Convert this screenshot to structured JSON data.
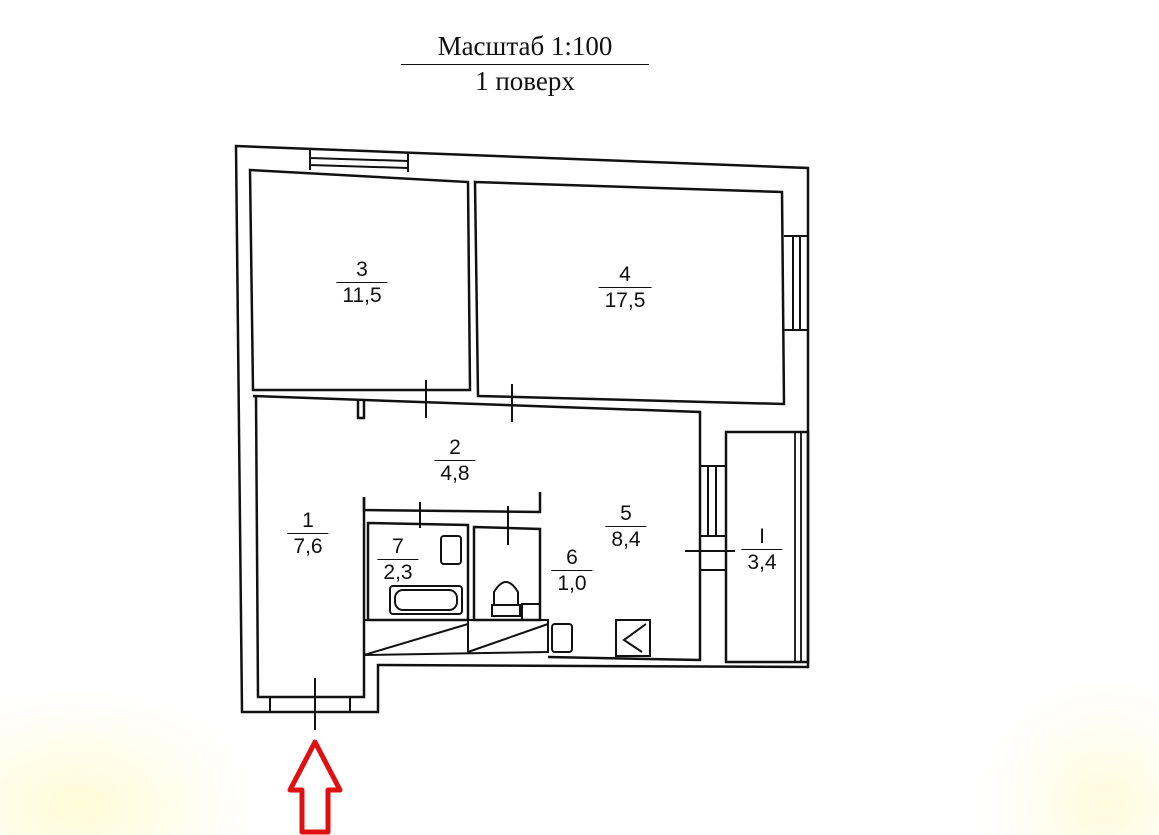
{
  "header": {
    "scale_label": "Масштаб 1:100",
    "floor_label": "1 поверх"
  },
  "rooms": [
    {
      "id": "room-1",
      "number": "1",
      "area": "7,6"
    },
    {
      "id": "room-2",
      "number": "2",
      "area": "4,8"
    },
    {
      "id": "room-3",
      "number": "3",
      "area": "11,5"
    },
    {
      "id": "room-4",
      "number": "4",
      "area": "17,5"
    },
    {
      "id": "room-5",
      "number": "5",
      "area": "8,4"
    },
    {
      "id": "room-6",
      "number": "6",
      "area": "1,0"
    },
    {
      "id": "room-7",
      "number": "7",
      "area": "2,3"
    },
    {
      "id": "balcony",
      "number": "I",
      "area": "3,4"
    }
  ],
  "entrance": {
    "arrow_color": "#e01010"
  },
  "colors": {
    "lines": "#111111",
    "background": "#ffffff"
  }
}
